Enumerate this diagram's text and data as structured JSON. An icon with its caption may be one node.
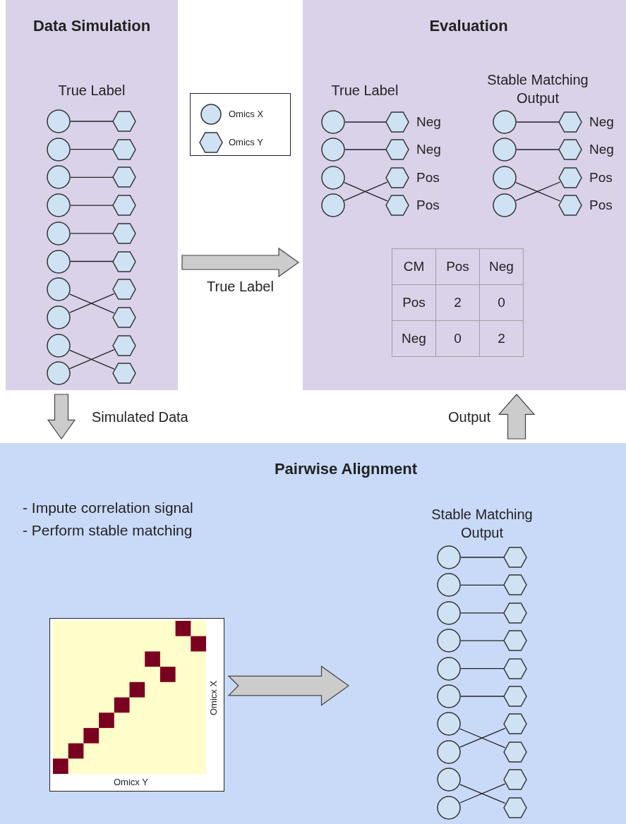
{
  "diagram": {
    "nodes": [
      {
        "text": [
          "Data Simulation"
        ]
      },
      {
        "text": [],
        "shape": "circle",
        "in": 0
      },
      {
        "text": [],
        "shape": "hexagon",
        "in": 0
      },
      {
        "text": [],
        "shape": "circle",
        "in": 0
      },
      {
        "text": [],
        "shape": "hexagon",
        "in": 0
      },
      {
        "text": [],
        "shape": "circle",
        "in": 0
      },
      {
        "text": [],
        "shape": "hexagon",
        "in": 0
      },
      {
        "text": [],
        "shape": "circle",
        "in": 0
      },
      {
        "text": [],
        "shape": "hexagon",
        "in": 0
      },
      {
        "text": [],
        "shape": "circle",
        "in": 0
      },
      {
        "text": [],
        "shape": "hexagon",
        "in": 0
      },
      {
        "text": [],
        "shape": "circle",
        "in": 0
      },
      {
        "text": [],
        "shape": "hexagon",
        "in": 0
      },
      {
        "text": [],
        "shape": "circle",
        "in": 0
      },
      {
        "text": [],
        "shape": "hexagon",
        "in": 0
      },
      {
        "text": [],
        "shape": "circle",
        "in": 0
      },
      {
        "text": [],
        "shape": "hexagon",
        "in": 0
      },
      {
        "text": [],
        "shape": "circle",
        "in": 0
      },
      {
        "text": [],
        "shape": "hexagon",
        "in": 0
      },
      {
        "text": [],
        "shape": "circle",
        "in": 0
      },
      {
        "text": [],
        "shape": "hexagon",
        "in": 0
      },
      {
        "text": [
          "Evaluation"
        ]
      },
      {
        "text": [],
        "shape": "circle",
        "in": 21
      },
      {
        "text": [],
        "shape": "hexagon",
        "in": 21,
        "beside": [
          "Neg"
        ]
      },
      {
        "text": [],
        "shape": "circle",
        "in": 21
      },
      {
        "text": [],
        "shape": "hexagon",
        "in": 21,
        "beside": [
          "Neg"
        ]
      },
      {
        "text": [],
        "shape": "circle",
        "in": 21
      },
      {
        "text": [],
        "shape": "hexagon",
        "in": 21,
        "beside": [
          "Pos"
        ]
      },
      {
        "text": [],
        "shape": "circle",
        "in": 21
      },
      {
        "text": [],
        "shape": "hexagon",
        "in": 21,
        "beside": [
          "Pos"
        ]
      },
      {
        "text": [],
        "shape": "circle",
        "in": 21
      },
      {
        "text": [],
        "shape": "hexagon",
        "in": 21,
        "beside": [
          "Neg"
        ]
      },
      {
        "text": [],
        "shape": "circle",
        "in": 21
      },
      {
        "text": [],
        "shape": "hexagon",
        "in": 21,
        "beside": [
          "Neg"
        ]
      },
      {
        "text": [],
        "shape": "circle",
        "in": 21
      },
      {
        "text": [],
        "shape": "hexagon",
        "in": 21,
        "beside": [
          "Pos"
        ]
      },
      {
        "text": [],
        "shape": "circle",
        "in": 21
      },
      {
        "text": [],
        "shape": "hexagon",
        "in": 21,
        "beside": [
          "Pos"
        ]
      },
      {
        "text": [
          "Pairwise Alignment"
        ]
      },
      {
        "text": [
          "Omicx Y",
          "Omicx X"
        ],
        "in": 38
      },
      {
        "text": [],
        "shape": "circle",
        "in": 38
      },
      {
        "text": [],
        "shape": "hexagon",
        "in": 38
      },
      {
        "text": [],
        "shape": "circle",
        "in": 38
      },
      {
        "text": [],
        "shape": "hexagon",
        "in": 38
      },
      {
        "text": [],
        "shape": "circle",
        "in": 38
      },
      {
        "text": [],
        "shape": "hexagon",
        "in": 38
      },
      {
        "text": [],
        "shape": "circle",
        "in": 38
      },
      {
        "text": [],
        "shape": "hexagon",
        "in": 38
      },
      {
        "text": [],
        "shape": "circle",
        "in": 38
      },
      {
        "text": [],
        "shape": "hexagon",
        "in": 38
      },
      {
        "text": [],
        "shape": "circle",
        "in": 38
      },
      {
        "text": [],
        "shape": "hexagon",
        "in": 38
      },
      {
        "text": [],
        "shape": "circle",
        "in": 38
      },
      {
        "text": [],
        "shape": "hexagon",
        "in": 38
      },
      {
        "text": [],
        "shape": "circle",
        "in": 38
      },
      {
        "text": [],
        "shape": "hexagon",
        "in": 38
      },
      {
        "text": [],
        "shape": "circle",
        "in": 38
      },
      {
        "text": [],
        "shape": "hexagon",
        "in": 38
      },
      {
        "text": [],
        "shape": "circle",
        "in": 38
      },
      {
        "text": [],
        "shape": "hexagon",
        "in": 38
      }
    ],
    "edges": [
      {
        "from": 1,
        "to": 2,
        "arrow": "none"
      },
      {
        "from": 3,
        "to": 4,
        "arrow": "none"
      },
      {
        "from": 5,
        "to": 6,
        "arrow": "none"
      },
      {
        "from": 7,
        "to": 8,
        "arrow": "none"
      },
      {
        "from": 9,
        "to": 10,
        "arrow": "none"
      },
      {
        "from": 11,
        "to": 12,
        "arrow": "none"
      },
      {
        "from": 13,
        "to": 16,
        "arrow": "none"
      },
      {
        "from": 15,
        "to": 14,
        "arrow": "none"
      },
      {
        "from": 17,
        "to": 20,
        "arrow": "none"
      },
      {
        "from": 19,
        "to": 18,
        "arrow": "none"
      },
      {
        "from": 22,
        "to": 23,
        "arrow": "none"
      },
      {
        "from": 24,
        "to": 25,
        "arrow": "none"
      },
      {
        "from": 26,
        "to": 29,
        "arrow": "none"
      },
      {
        "from": 28,
        "to": 27,
        "arrow": "none"
      },
      {
        "from": 30,
        "to": 31,
        "arrow": "none"
      },
      {
        "from": 32,
        "to": 33,
        "arrow": "none"
      },
      {
        "from": 34,
        "to": 37,
        "arrow": "none"
      },
      {
        "from": 36,
        "to": 35,
        "arrow": "none"
      },
      {
        "from": 40,
        "to": 41,
        "arrow": "none"
      },
      {
        "from": 42,
        "to": 43,
        "arrow": "none"
      },
      {
        "from": 44,
        "to": 45,
        "arrow": "none"
      },
      {
        "from": 46,
        "to": 47,
        "arrow": "none"
      },
      {
        "from": 48,
        "to": 49,
        "arrow": "none"
      },
      {
        "from": 50,
        "to": 51,
        "arrow": "none"
      },
      {
        "from": 52,
        "to": 55,
        "arrow": "none"
      },
      {
        "from": 54,
        "to": 53,
        "arrow": "none"
      },
      {
        "from": 56,
        "to": 59,
        "arrow": "none"
      },
      {
        "from": 58,
        "to": 57,
        "arrow": "none"
      },
      {
        "from": 0,
        "to": 21,
        "arrow": "to",
        "label": "True Label",
        "style": "thick",
        "color": "#cccccc"
      },
      {
        "from": 0,
        "to": 38,
        "arrow": "to",
        "label": "Simulated Data",
        "style": "thick",
        "color": "#cccccc"
      },
      {
        "from": 38,
        "to": 21,
        "arrow": "to",
        "label": "Output",
        "style": "thick",
        "color": "#cccccc"
      },
      {
        "from": 39,
        "to": null,
        "arrow": "to",
        "style": "thick",
        "color": "#cccccc"
      }
    ],
    "labels": [
      "True Label",
      "True Label",
      "Stable Matching Output",
      "CM",
      "Pos",
      "Neg",
      "Pos",
      "2",
      "0",
      "Neg",
      "0",
      "2",
      "- Impute correlation signal",
      "- Perform stable matching",
      "Stable Matching Output"
    ],
    "legend": [
      {
        "text": "Omics X"
      },
      {
        "text": "Omics Y"
      }
    ]
  }
}
